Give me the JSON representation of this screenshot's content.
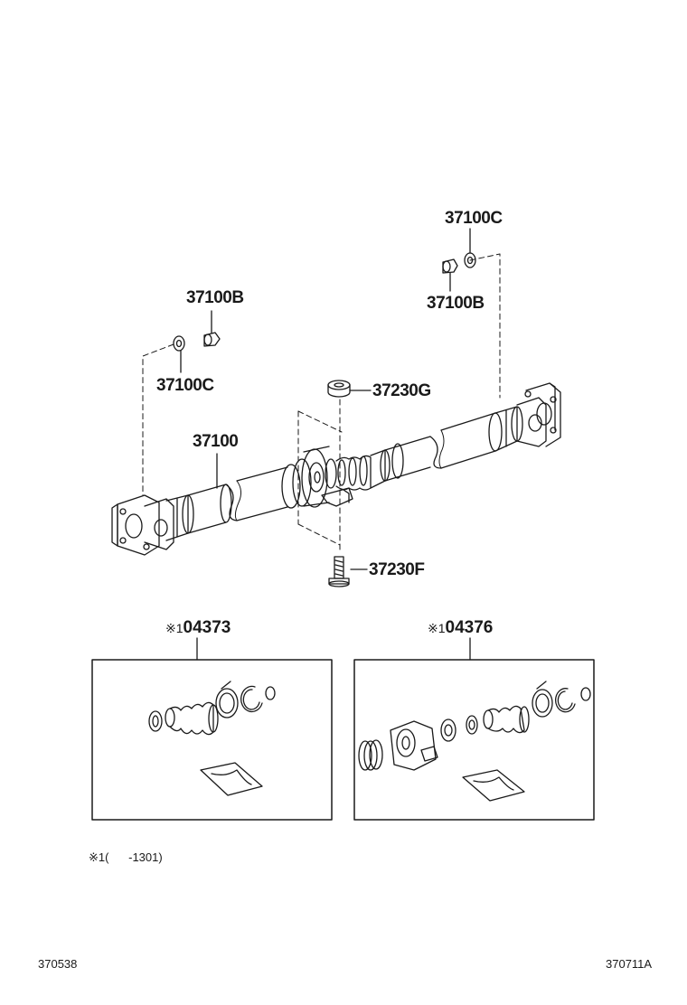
{
  "parts": {
    "shaft_assembly": "37100",
    "top_right_washer": "37100C",
    "top_right_nut": "37100B",
    "left_nut": "37100B",
    "left_washer": "37100C",
    "bearing_cushion": "37230G",
    "bearing_bolt": "37230F"
  },
  "kits": {
    "left": {
      "mark": "※1",
      "number": "04373"
    },
    "right": {
      "mark": "※1",
      "number": "04376"
    }
  },
  "footnote": {
    "mark": "※1",
    "text": "(      -1301)"
  },
  "codes": {
    "bottom_left": "370538",
    "bottom_right": "370711A"
  }
}
